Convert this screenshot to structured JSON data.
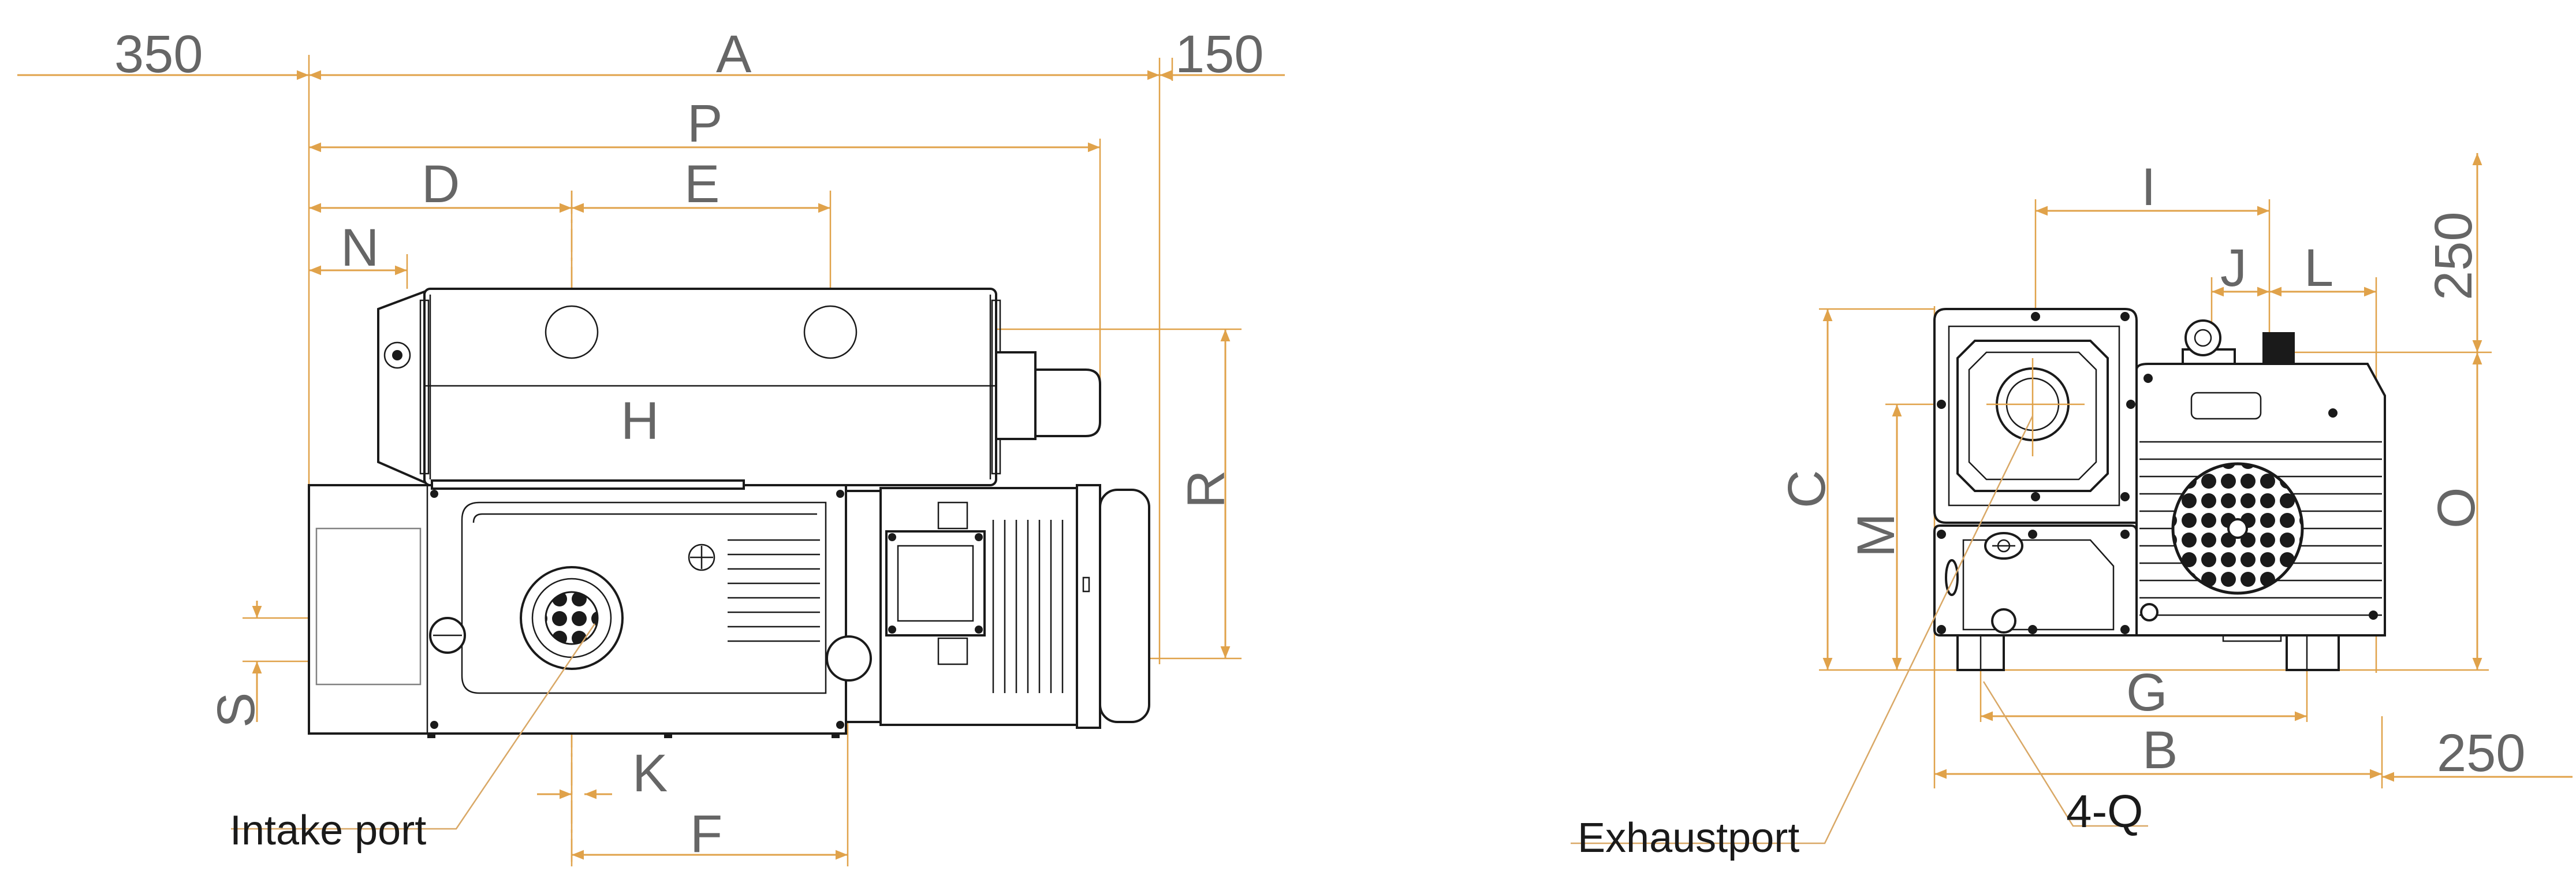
{
  "colors": {
    "dimension_line": "#e0a24a",
    "outline": "#1a1a1a",
    "dimension_text": "#666666",
    "background": "#ffffff"
  },
  "dimensions": {
    "front_view": {
      "offset_left": "350",
      "overall_length": "A",
      "offset_right": "150",
      "p": "P",
      "d": "D",
      "e": "E",
      "n": "N",
      "h": "H",
      "r": "R",
      "s": "S",
      "k": "K",
      "f": "F"
    },
    "side_view": {
      "i": "I",
      "j": "J",
      "l": "L",
      "top_clearance": "250",
      "c": "C",
      "m": "M",
      "o": "O",
      "g": "G",
      "b": "B",
      "side_clearance": "250"
    }
  },
  "labels": {
    "intake_port": "Intake port",
    "exhaust_port": "Exhaustport",
    "mounting_holes": "4-Q"
  }
}
